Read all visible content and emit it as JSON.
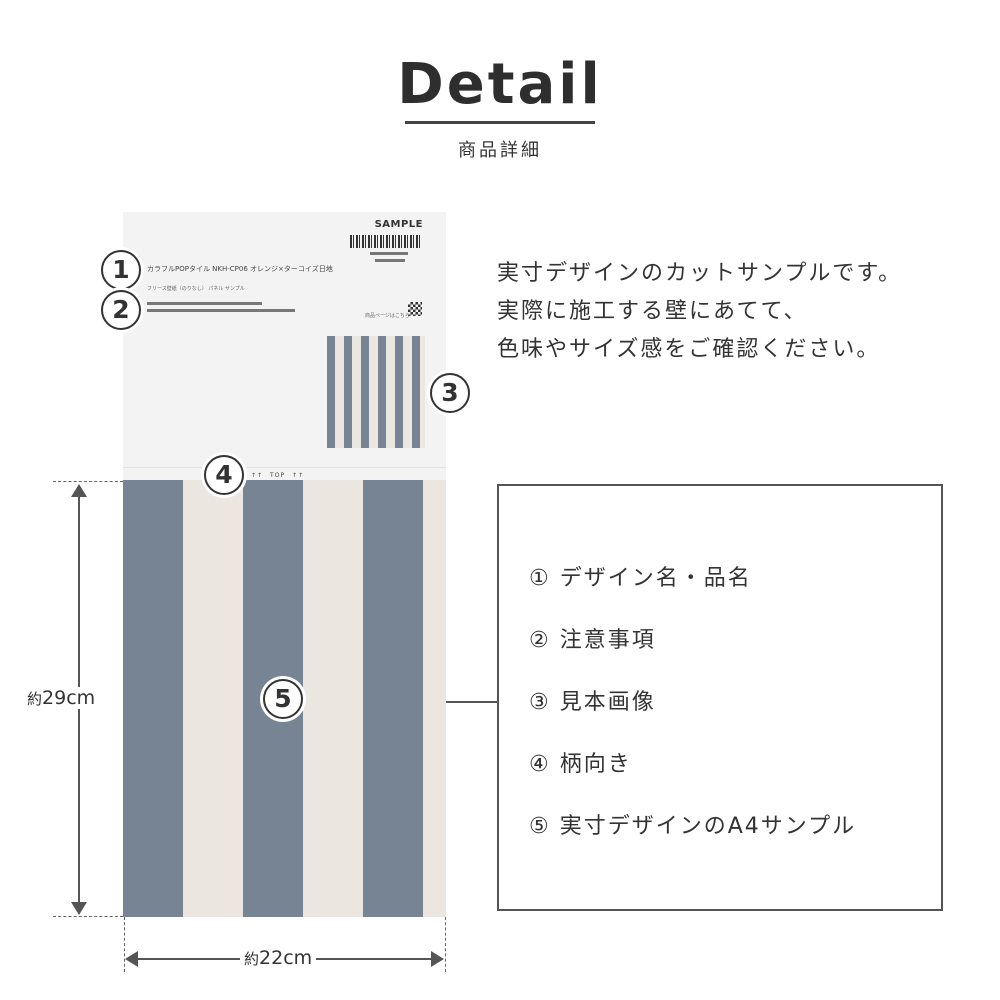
{
  "header": {
    "title": "Detail",
    "subtitle": "商品詳細"
  },
  "sample_card": {
    "sample_label": "SAMPLE",
    "product_name": "カラフルPOPタイル NKH-CP06 オレンジ×ターコイズ日地",
    "note": "フリース壁紙（のりなし） パネル サンプル",
    "qr_note": "商品ページはこちら",
    "top_mark": "↑↑　TOP　↑↑"
  },
  "markers": [
    "1",
    "2",
    "3",
    "4",
    "5"
  ],
  "dimensions": {
    "height_prefix": "約",
    "height_value": "29cm",
    "width_prefix": "約",
    "width_value": "22cm"
  },
  "description": [
    "実寸デザインのカットサンプルです。",
    "実際に施工する壁にあてて、",
    "色味やサイズ感をご確認ください。"
  ],
  "legend": [
    "① デザイン名・品名",
    "② 注意事項",
    "③ 見本画像",
    "④ 柄向き",
    "⑤ 実寸デザインのA4サンプル"
  ],
  "colors": {
    "stripe_blue": "#778494",
    "stripe_cream": "#ece6e1",
    "card_bg": "#f3f3f3"
  }
}
